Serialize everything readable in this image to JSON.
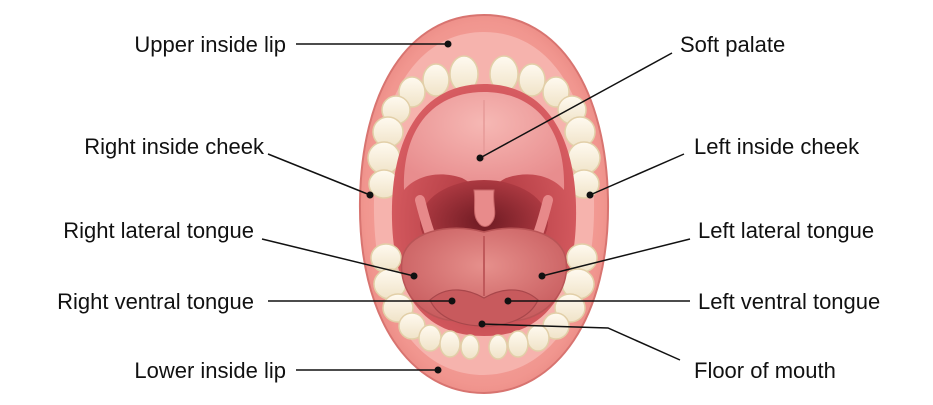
{
  "labels": {
    "upper_inside_lip": "Upper inside lip",
    "soft_palate": "Soft palate",
    "right_inside_cheek": "Right inside cheek",
    "left_inside_cheek": "Left inside cheek",
    "right_lateral_tongue": "Right lateral tongue",
    "left_lateral_tongue": "Left lateral tongue",
    "right_ventral_tongue": "Right ventral tongue",
    "left_ventral_tongue": "Left ventral tongue",
    "lower_inside_lip": "Lower inside lip",
    "floor_of_mouth": "Floor of mouth"
  },
  "colors": {
    "lip": "#f0908c",
    "inner_lip": "#f6b3ad",
    "mouth_cavity": "#c8484f",
    "palate": "#f1a1a0",
    "throat": "#8f2830",
    "tongue": "#d8706e",
    "tooth": "#fbf3e3",
    "leader_line": "#111111"
  }
}
